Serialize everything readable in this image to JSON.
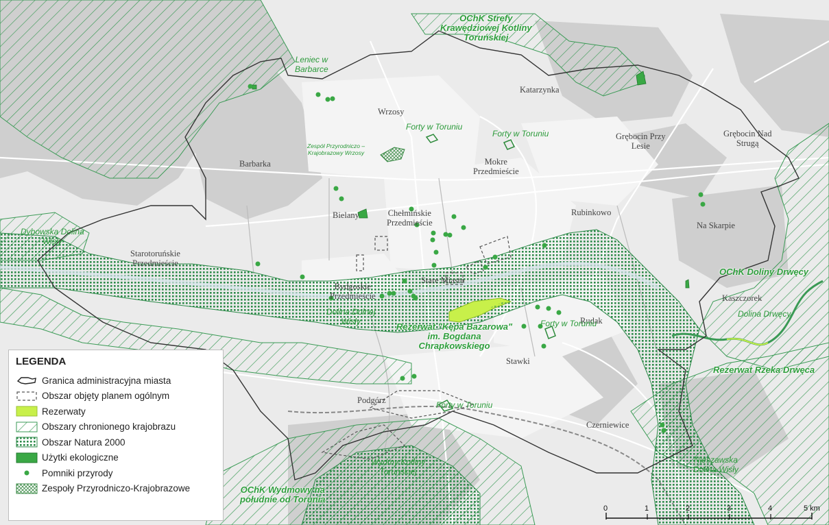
{
  "places": {
    "wrzosy": "Wrzosy",
    "katarzynka": "Katarzynka",
    "grebocin_przy_lesie": "Grębocin Przy\nLesie",
    "grebocin_nad_struga": "Grębocin Nad\nStrugą",
    "barbarka": "Barbarka",
    "mokre": "Mokre\nPrzedmieście",
    "chelminskie": "Chełmińskie\nPrzedmieście",
    "bielany": "Bielany",
    "rubinkowo": "Rubinkowo",
    "na_skarpie": "Na Skarpie",
    "starotorunskie": "Starotoruńskie\nPrzedmieście",
    "bydgoskie": "Bydgoskie\nPrzedmieście",
    "stare_miasto": "Stare Miasto",
    "kaszczorek": "Kaszczorek",
    "rudak": "Rudak",
    "stawki": "Stawki",
    "podgorz": "Podgórz",
    "czerniewice": "Czerniewice"
  },
  "nature": {
    "ochk_kotliny": "OChK Strefy\nKrawędziowej Kotliny\nToruńskiej",
    "leniec": "Leniec w\nBarbarce",
    "forty_1": "Forty w Toruniu",
    "forty_2": "Forty w Toruniu",
    "forty_3": "Forty w Toruniu",
    "forty_4": "Forty w Toruniu",
    "zespol_wrzosy": "Zespół Przyrodniczo –\nKrajobrazowy Wrzosy",
    "dybowska": "Dybowska Dolina\nWisły",
    "dolina_dolnej": "Dolina Dolnej\nWisły",
    "rezerwat_kepa": "Rezerwat \"Kępa Bazarowa\"\nim. Bogdana\nChrapkowskiego",
    "ochk_drwecy": "OChK Doliny Drwęcy",
    "dolina_drwecy": "Dolina Drwęcy",
    "rezerwat_drweca": "Rezerwat Rzeka Drwęca",
    "wydmy": "Wydmy Kotliny\nToruńskiej",
    "ochk_wydmowy": "OChK Wydmowy na\npołudnie od Torunia",
    "nieszawska": "Nieszawska\nDolina Wisły"
  },
  "legend": {
    "title": "LEGENDA",
    "items": [
      {
        "label": "Granica administracyjna miasta",
        "icon": "city-boundary-icon"
      },
      {
        "label": "Obszar objęty planem ogólnym",
        "icon": "plan-area-icon"
      },
      {
        "label": "Rezerwaty",
        "icon": "reserve-icon"
      },
      {
        "label": "Obszary chronionego krajobrazu",
        "icon": "landscape-protection-icon"
      },
      {
        "label": "Obszar Natura 2000",
        "icon": "natura2000-icon"
      },
      {
        "label": "Użytki ekologiczne",
        "icon": "ecological-area-icon"
      },
      {
        "label": "Pomniki przyrody",
        "icon": "nature-monument-icon"
      },
      {
        "label": "Zespoły Przyrodniczo-Krajobrazowe",
        "icon": "nature-landscape-complex-icon"
      }
    ]
  },
  "scale": {
    "ticks": [
      "0",
      "1",
      "2",
      "3",
      "4",
      "5 km"
    ]
  },
  "colors": {
    "reserve": "#c8f04a",
    "hatch": "#3a9a55",
    "ecological": "#3aa845",
    "natura": "#2c8a48",
    "boundary": "#333333"
  }
}
